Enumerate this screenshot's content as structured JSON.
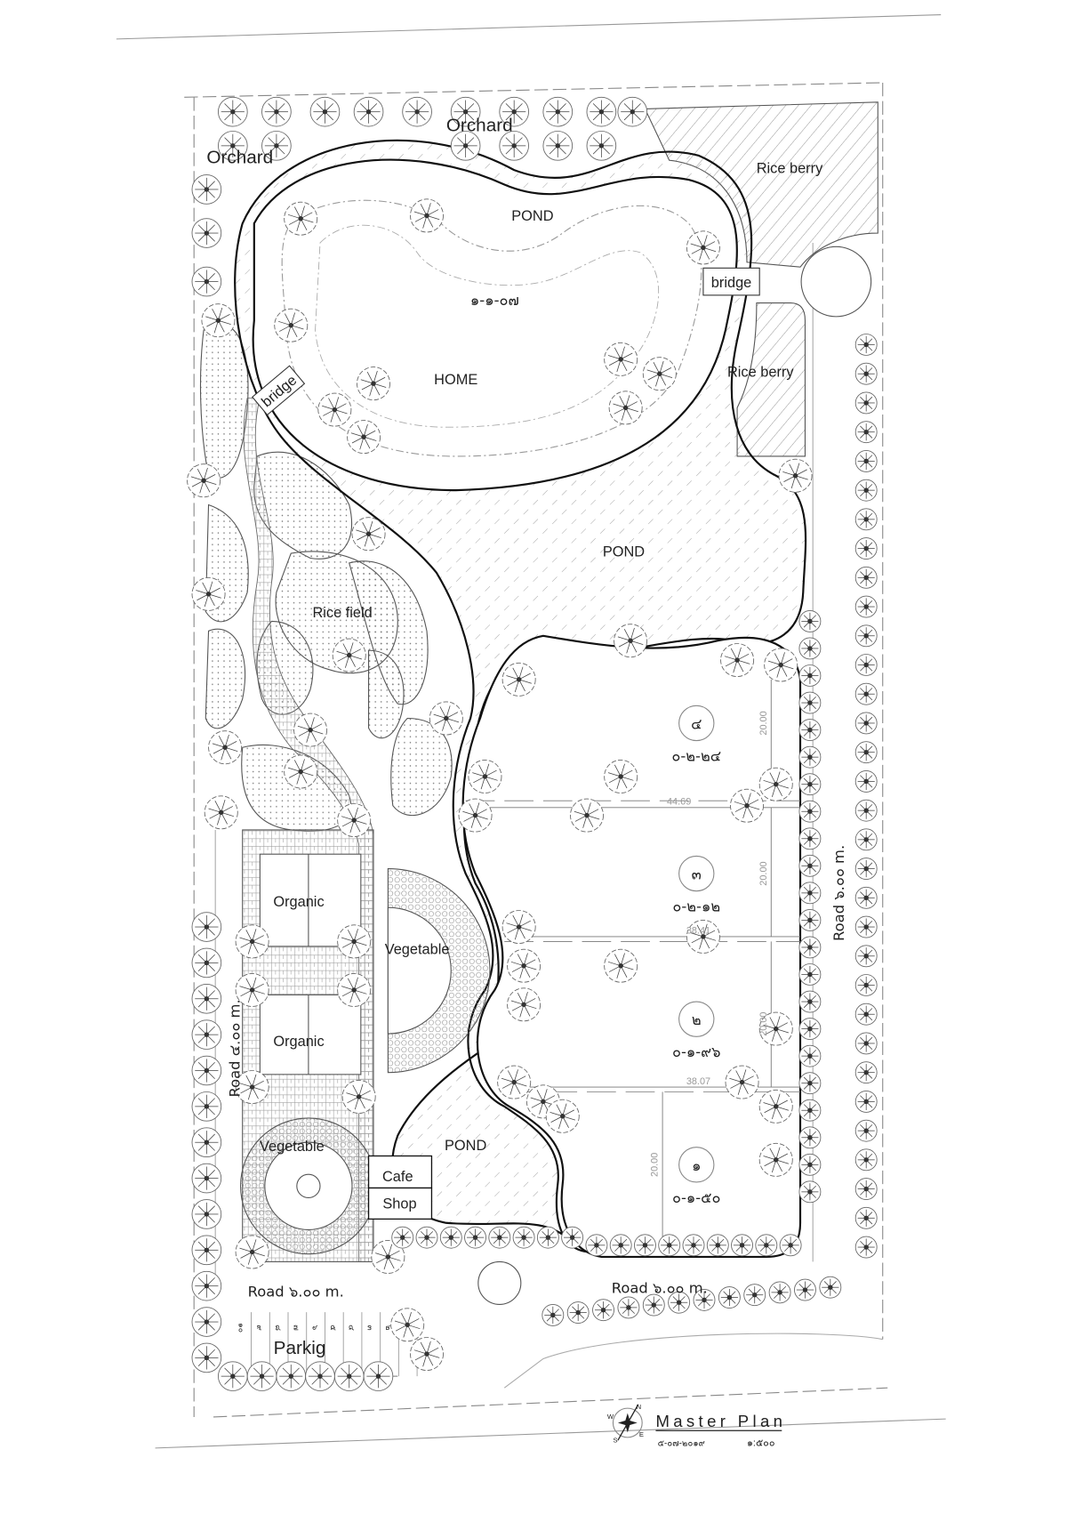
{
  "drawing": {
    "title": "Master Plan",
    "date": "๕-๐๗-๒๐๑๙",
    "scale": "๑:๕๐๐",
    "compass": {
      "n": "N",
      "s": "S",
      "e": "E",
      "w": "W"
    }
  },
  "zones": {
    "orchard_top": "Orchard",
    "orchard_left": "Orchard",
    "pond_top": "POND",
    "home_area": "๑-๑-๐๗",
    "home": "HOME",
    "bridge_right": "bridge",
    "bridge_left": "bridge",
    "rice_berry_top": "Rice berry",
    "rice_berry_mid": "Rice berry",
    "pond_mid": "POND",
    "rice_field": "Rice field",
    "organic_1": "Organic",
    "organic_2": "Organic",
    "vegetable_1": "Vegetable",
    "vegetable_2": "Vegetable",
    "pond_bottom": "POND",
    "cafe": "Cafe",
    "shop": "Shop",
    "parking": "Parkig"
  },
  "roads": {
    "left": "Road ๔.๐๐ m.",
    "right": "Road ๖.๐๐ m.",
    "bottom": "Road ๖.๐๐ m.",
    "parking_road": "Road ๖.๐๐ m."
  },
  "plots": [
    {
      "number": "๔",
      "area": "๐-๒-๒๔",
      "width": "44.69",
      "depth": "20.00"
    },
    {
      "number": "๓",
      "area": "๐-๒-๑๒",
      "width": "38.41",
      "depth": "20.00"
    },
    {
      "number": "๒",
      "area": "๐-๑-๙๖",
      "width": "38.07",
      "depth": "20.00"
    },
    {
      "number": "๑",
      "area": "๐-๑-๕๐",
      "depth": "20.00"
    }
  ],
  "parking_stalls": [
    "๑๐",
    "๙",
    "๘",
    "๗",
    "๖",
    "๕",
    "๔",
    "๓",
    "๒",
    "๑"
  ]
}
